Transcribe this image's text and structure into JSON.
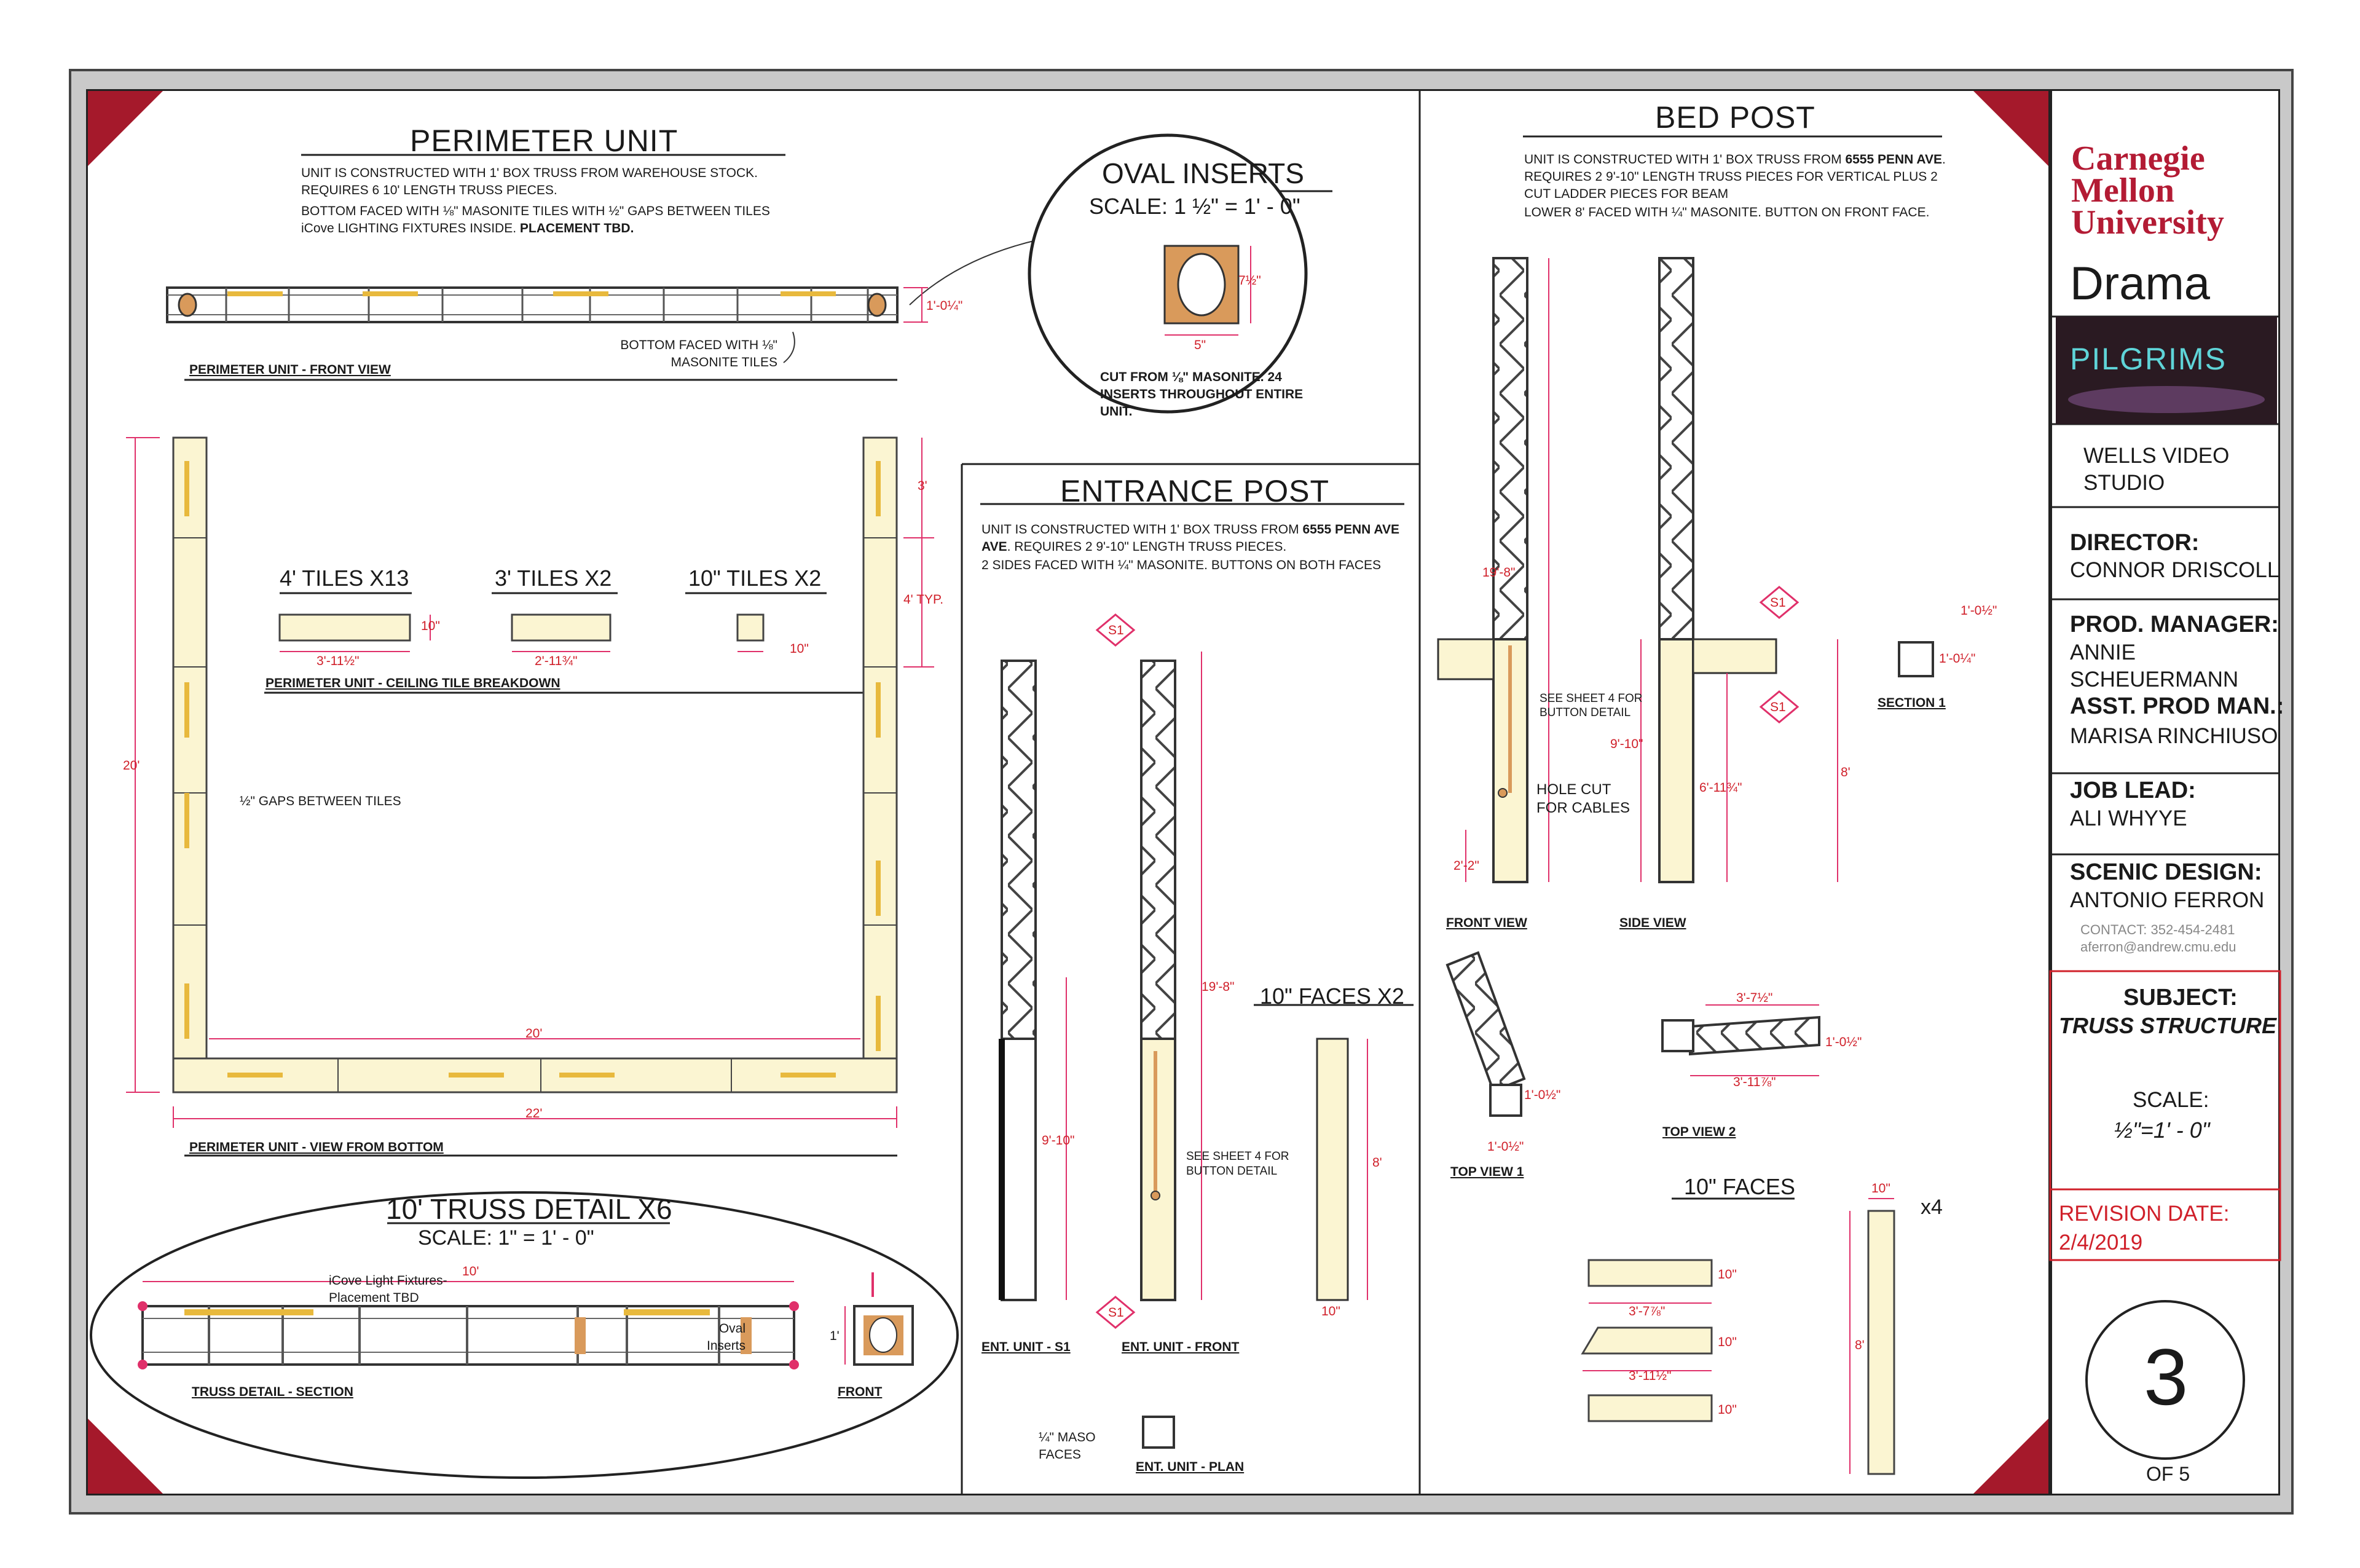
{
  "perimeter": {
    "title": "PERIMETER UNIT",
    "notes": [
      "UNIT IS CONSTRUCTED WITH 1' BOX TRUSS FROM WAREHOUSE STOCK.",
      "REQUIRES 6 10' LENGTH TRUSS PIECES.",
      "BOTTOM FACED WITH ⅛\" MASONITE TILES WITH ½\" GAPS BETWEEN TILES",
      "iCove LIGHTING FIXTURES INSIDE."
    ],
    "placement": "PLACEMENT TBD.",
    "front_view_caption": "PERIMETER UNIT - FRONT VIEW",
    "bottom_callout": "BOTTOM FACED WITH ⅛\" MASONITE TILES",
    "dim_front_height": "1'-0¼\"",
    "tiles": [
      {
        "label": "4' TILES X13",
        "w": "3'-11½\"",
        "h": "10\""
      },
      {
        "label": "3' TILES X2",
        "w": "2'-11¾\""
      },
      {
        "label": "10\" TILES X2",
        "w": "10\""
      }
    ],
    "tile_caption": "PERIMETER UNIT - CEILING TILE BREAKDOWN",
    "gap_note": "½\" GAPS BETWEEN TILES",
    "dim_20_side": "20'",
    "dim_20_inner": "20'",
    "dim_22": "22'",
    "dim_3": "3'",
    "dim_4typ": "4' TYP.",
    "bottom_caption": "PERIMETER UNIT - VIEW FROM BOTTOM"
  },
  "truss_detail": {
    "title": "10' TRUSS DETAIL X6",
    "scale": "SCALE: 1\" = 1' - 0\"",
    "dim_10": "10'",
    "callout_fixtures": "iCove Light Fixtures-\nPlacement TBD",
    "callout_oval": "Oval\nInserts",
    "dim_1": "1'",
    "section_caption": "TRUSS DETAIL - SECTION",
    "front_caption": "FRONT"
  },
  "oval": {
    "title": "OVAL INSERTS",
    "scale": "SCALE: 1 ½\" = 1' - 0\"",
    "dim_h": "7½\"",
    "dim_w": "5\"",
    "note": "CUT FROM ⅛\" MASONITE. 24 INSERTS THROUGHOUT ENTIRE UNIT."
  },
  "entrance": {
    "title": "ENTRANCE POST",
    "note_a": "UNIT IS CONSTRUCTED WITH 1' BOX TRUSS FROM ",
    "note_b": "6555 PENN AVE",
    "note_c": ". REQUIRES 2 9'-10\" LENGTH TRUSS PIECES.",
    "note_d": "2 SIDES FACED WITH ¼\" MASONITE. BUTTONS ON BOTH FACES",
    "s1": "S1",
    "dim_19_8": "19'-8\"",
    "dim_9_10": "9'-10\"",
    "button_note": "SEE SHEET 4 FOR BUTTON DETAIL",
    "cap_s1": "ENT. UNIT - S1",
    "cap_front": "ENT. UNIT - FRONT",
    "maso_faces": "¼\" MASO FACES",
    "cap_plan": "ENT. UNIT - PLAN",
    "faces_title": "10\" FACES X2",
    "dim_8": "8'",
    "dim_10": "10\""
  },
  "bedpost": {
    "title": "BED POST",
    "note_a": "UNIT IS CONSTRUCTED WITH 1' BOX TRUSS FROM ",
    "note_b": "6555 PENN AVE",
    "note_c": ". REQUIRES 2 9'-10\" LENGTH TRUSS PIECES FOR VERTICAL PLUS 2 CUT LADDER PIECES FOR BEAM",
    "note_d": "LOWER 8' FACED WITH ¼\" MASONITE. BUTTON ON FRONT FACE.",
    "dim_19_8": "19'-8\"",
    "dim_9_10": "9'-10\"",
    "dim_6_11": "6'-11¾\"",
    "dim_8": "8'",
    "dim_2_2": "2'-2\"",
    "button_note": "SEE SHEET 4 FOR BUTTON DETAIL",
    "hole_note": "HOLE CUT FOR CABLES",
    "cap_front": "FRONT VIEW",
    "cap_side": "SIDE VIEW",
    "s1": "S1",
    "sec_dim_a": "1'-0½\"",
    "sec_dim_b": "1'-0¼\"",
    "cap_section": "SECTION 1",
    "top1_dim_a": "1'-0½\"",
    "top1_dim_b": "1'-0½\"",
    "cap_top1": "TOP VIEW 1",
    "top2_dim_a": "3'-7½\"",
    "top2_dim_b": "3'-11⅞\"",
    "top2_dim_c": "1'-0½\"",
    "cap_top2": "TOP VIEW 2",
    "faces_title": "10\" FACES",
    "faces_dim_a": "3'-7⅞\"",
    "faces_dim_b": "3'-11½\"",
    "faces_10": "10\"",
    "faces_x4": "x4",
    "faces_8": "8'"
  },
  "title_block": {
    "logo_line1": "Carnegie",
    "logo_line2": "Mellon",
    "logo_line3": "University",
    "logo_drama": "Drama",
    "show": "PILGRIMS",
    "venue": "WELLS VIDEO STUDIO",
    "director_label": "DIRECTOR:",
    "director": "CONNOR DRISCOLL",
    "pm_label": "PROD. MANAGER:",
    "pm": "ANNIE SCHEUERMANN",
    "apm_label": "ASST. PROD MAN.:",
    "apm": "MARISA RINCHIUSO",
    "lead_label": "JOB LEAD:",
    "lead": "ALI WHYYE",
    "design_label": "SCENIC DESIGN:",
    "design": "ANTONIO FERRON",
    "contact": "CONTACT: 352-454-2481",
    "email": "aferron@andrew.cmu.edu",
    "subject_label": "SUBJECT:",
    "subject": "TRUSS STRUCTURE",
    "scale_label": "SCALE:",
    "scale": "½\"=1' - 0\"",
    "revision_label": "REVISION DATE:",
    "revision": "2/4/2019",
    "sheet": "3",
    "of": "OF 5"
  },
  "colors": {
    "accent": "#a5192b",
    "dim": "#e0306a",
    "tile": "#fbf5d2",
    "masonite": "#d99a5b",
    "light": "#e8b93d"
  }
}
